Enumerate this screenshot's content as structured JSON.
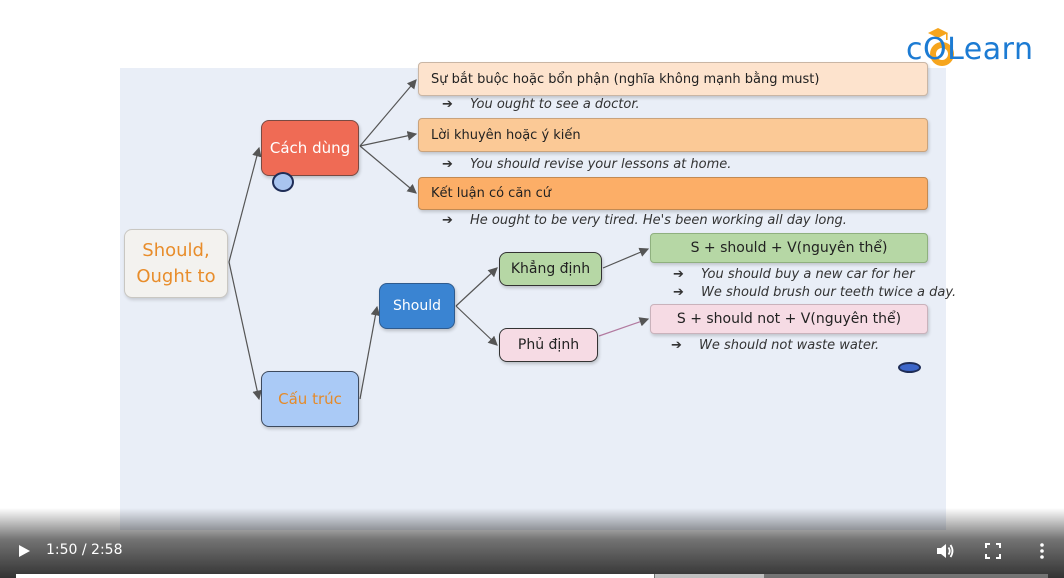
{
  "logo": {
    "text": "cOLearn",
    "brand_color": "#1c7bd3",
    "accent_color": "#f6a51d"
  },
  "diagram": {
    "root": "Should,\nOught to",
    "cach_dung": "Cách dùng",
    "cau_truc": "Cấu trúc",
    "should": "Should",
    "khang_dinh": "Khẳng định",
    "phu_dinh": "Phủ định",
    "uses": [
      {
        "label": "Sự bắt buộc hoặc bổn phận (nghĩa không mạnh bằng must)",
        "example": "You ought to see a doctor."
      },
      {
        "label": "Lời khuyên hoặc ý kiến",
        "example": "You should revise your lessons at home."
      },
      {
        "label": "Kết luận có căn cứ",
        "example": "He ought to be very tired. He's been working all day long."
      }
    ],
    "formula_positive": "S + should + V(nguyên thể)",
    "examples_positive": [
      "You should buy a new car for her",
      "We should brush our teeth twice a day."
    ],
    "formula_negative": "S + should not + V(nguyên thể)",
    "examples_negative": [
      "We should not waste water."
    ],
    "arrow_glyph": "➔"
  },
  "player": {
    "time": "1:50 / 2:58",
    "progress": 0.618,
    "buffered_start": 0.619,
    "buffered_end": 0.725,
    "icons": [
      "play-icon",
      "volume-icon",
      "fullscreen-icon",
      "more-vertical-icon"
    ]
  }
}
